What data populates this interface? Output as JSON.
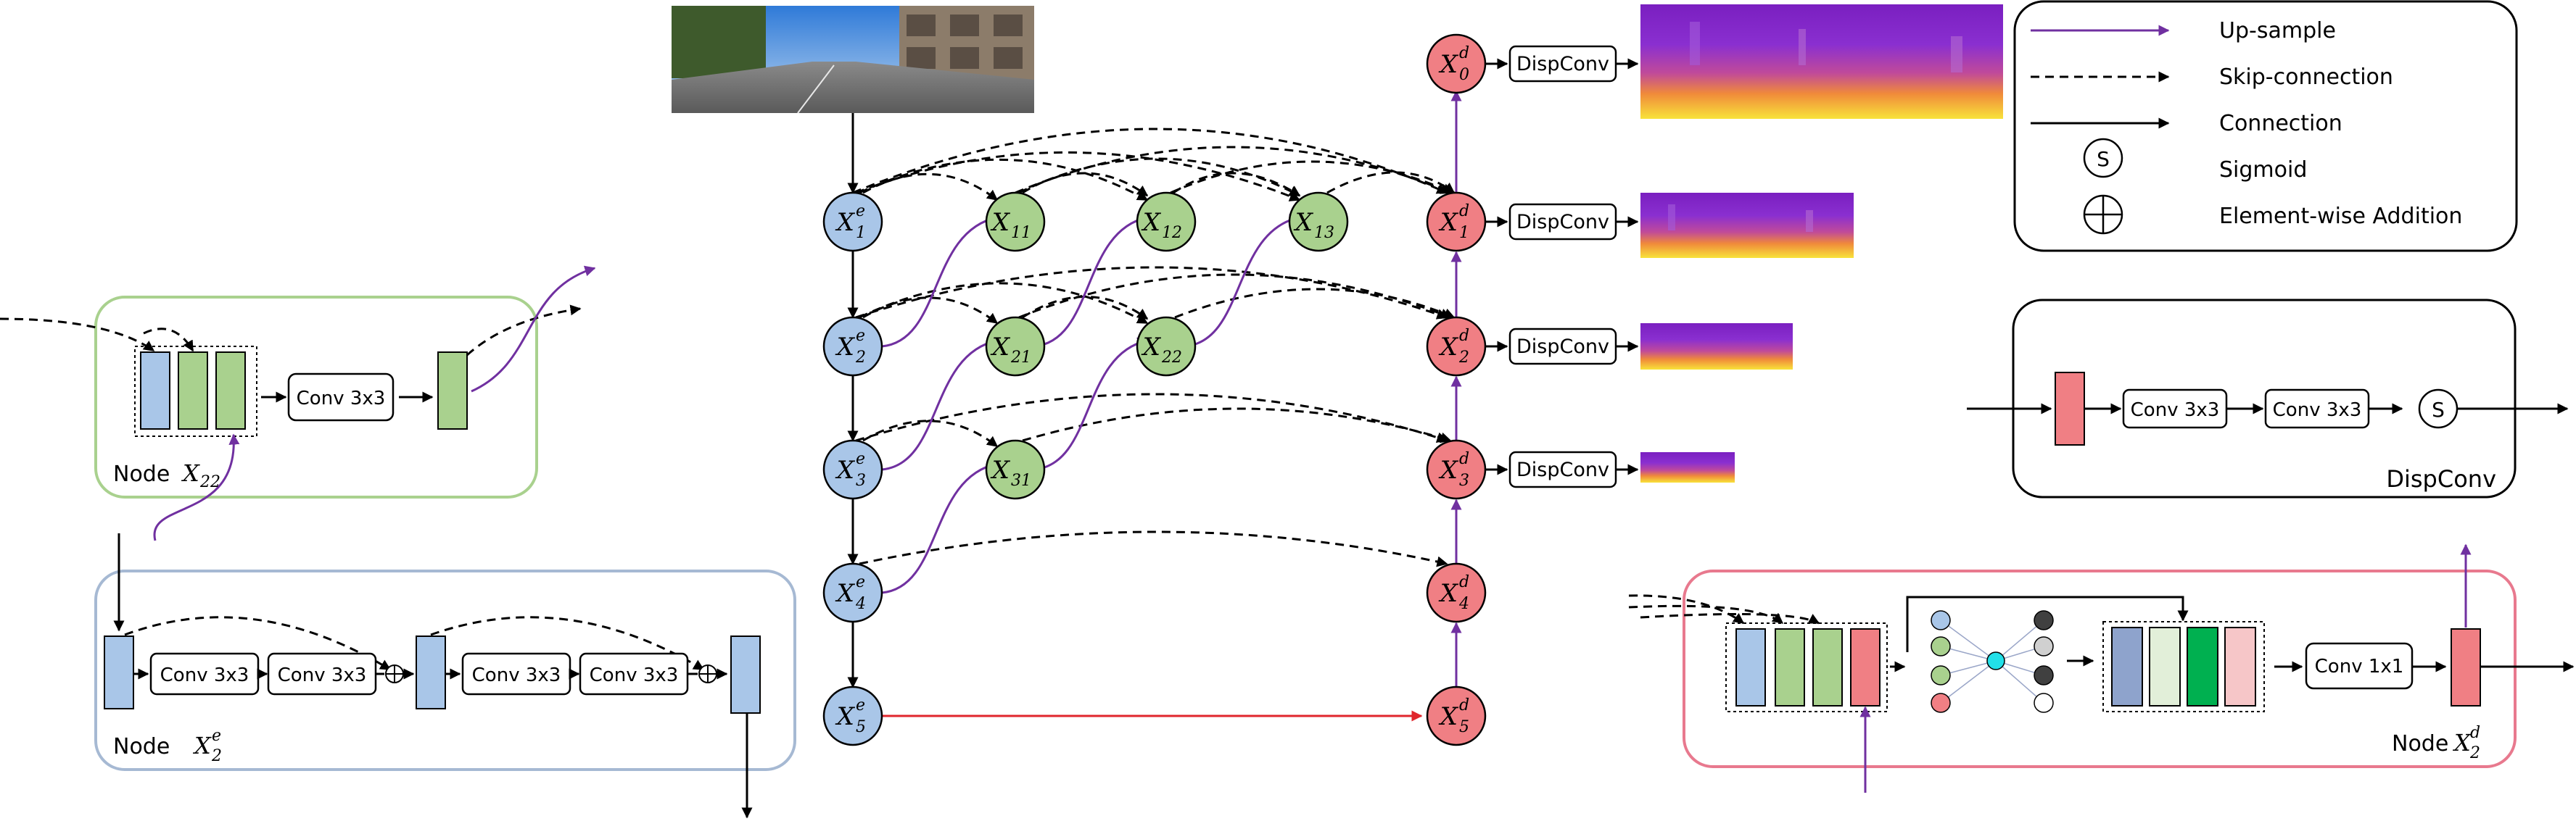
{
  "colors": {
    "encoder_node": "#a9c6e8",
    "dense_node": "#a9d18e",
    "decoder_node": "#f07f84",
    "upsample_arrow": "#7030a0",
    "bottleneck_arrow": "#e0262c",
    "green_panel_border": "#a9d18e",
    "blue_panel_border": "#a6b9d3",
    "pink_panel_border": "#e8798e"
  },
  "icons": {
    "input_photo": "street-scene-photo",
    "depth_maps": "depth-map-image",
    "sigmoid": "sigmoid-circle-icon",
    "addition": "element-wise-addition-icon"
  },
  "nodes": {
    "encoder": [
      {
        "base": "X",
        "sub": "1",
        "sup": "e"
      },
      {
        "base": "X",
        "sub": "2",
        "sup": "e"
      },
      {
        "base": "X",
        "sub": "3",
        "sup": "e"
      },
      {
        "base": "X",
        "sub": "4",
        "sup": "e"
      },
      {
        "base": "X",
        "sub": "5",
        "sup": "e"
      }
    ],
    "dense": [
      {
        "base": "X",
        "sub": "11"
      },
      {
        "base": "X",
        "sub": "12"
      },
      {
        "base": "X",
        "sub": "13"
      },
      {
        "base": "X",
        "sub": "21"
      },
      {
        "base": "X",
        "sub": "22"
      },
      {
        "base": "X",
        "sub": "31"
      }
    ],
    "decoder": [
      {
        "base": "X",
        "sub": "0",
        "sup": "d"
      },
      {
        "base": "X",
        "sub": "1",
        "sup": "d"
      },
      {
        "base": "X",
        "sub": "2",
        "sup": "d"
      },
      {
        "base": "X",
        "sub": "3",
        "sup": "d"
      },
      {
        "base": "X",
        "sub": "4",
        "sup": "d"
      },
      {
        "base": "X",
        "sub": "5",
        "sup": "d"
      }
    ]
  },
  "dispconv_label": "DispConv",
  "legend": {
    "upsample": "Up-sample",
    "skip": "Skip-connection",
    "connection": "Connection",
    "sigmoid": "Sigmoid",
    "sigmoid_symbol": "S",
    "addition": "Element-wise Addition"
  },
  "dispconv_panel": {
    "conv_a": "Conv 3x3",
    "conv_b": "Conv 3x3",
    "sigmoid_symbol": "S",
    "title": "DispConv"
  },
  "node_x22_panel": {
    "conv": "Conv 3x3",
    "title_prefix": "Node ",
    "title_base": "X",
    "title_sub": "22"
  },
  "node_x2e_panel": {
    "convs": [
      "Conv 3x3",
      "Conv 3x3",
      "Conv 3x3",
      "Conv 3x3"
    ],
    "title_prefix": "Node  ",
    "title_base": "X",
    "title_sub": "2",
    "title_sup": "e"
  },
  "node_x2d_panel": {
    "conv": "Conv 1x1",
    "title_prefix": "Node ",
    "title_base": "X",
    "title_sub": "2",
    "title_sup": "d"
  }
}
